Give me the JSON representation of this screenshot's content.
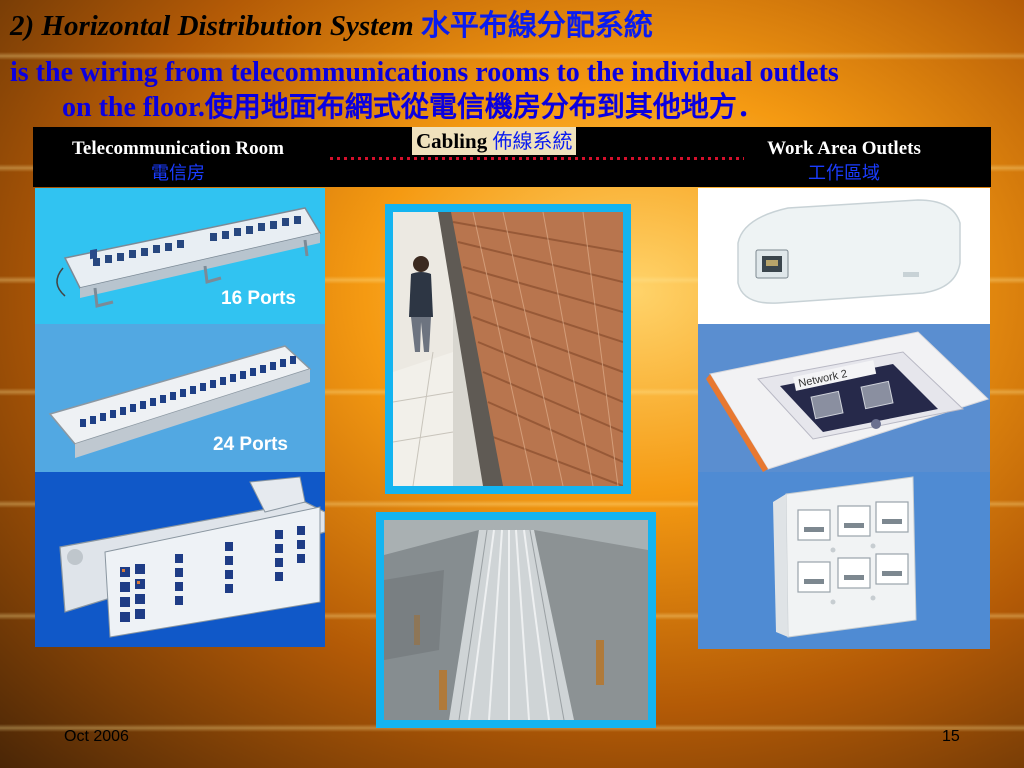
{
  "title": {
    "en": "2) Horizontal Distribution System ",
    "zh": "水平布線分配系統"
  },
  "subtitle": {
    "line1": "is the wiring from telecommunications rooms to the individual outlets",
    "line2_en": "on the floor.",
    "line2_zh": "使用地面布網式從電信機房分布到其他地方．"
  },
  "header": {
    "left": {
      "en": "Telecommunication Room",
      "zh": "電信房"
    },
    "center": {
      "en": "Cabling ",
      "zh": "佈線系統"
    },
    "right": {
      "en": "Work Area Outlets",
      "zh": "工作區域"
    }
  },
  "panels": {
    "p16": "16 Ports",
    "p24": "24 Ports"
  },
  "outlet_text": "Network 2",
  "footer": {
    "date": "Oct 2006",
    "page": "15"
  },
  "colors": {
    "title_blue": "#0b00e0",
    "frame_cyan": "#14b4f0",
    "header_black": "#000000"
  }
}
